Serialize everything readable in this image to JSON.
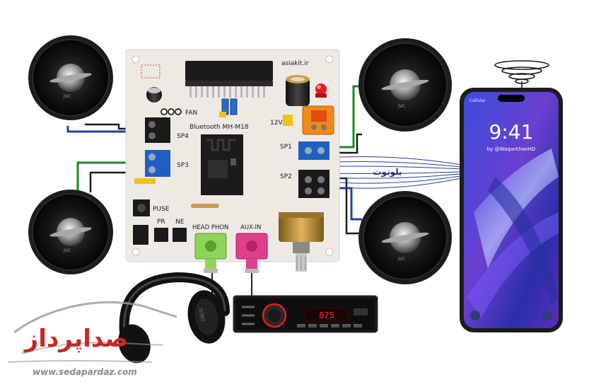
{
  "board": {
    "site": "asiakit.ir",
    "module": "Bluetooth MH-M18",
    "fan": "FAN",
    "sp1": "SP1",
    "sp2": "SP2",
    "sp3": "SP3",
    "sp4": "SP4",
    "v12": "12V",
    "pause": "PUSE",
    "pr": "PR",
    "ne": "NE",
    "head_phon": "HEAD PHON",
    "aux_in": "AUX-IN"
  },
  "phone": {
    "time": "9:41",
    "credit": "by @WaqarKhanHD",
    "carrier": "Cellular"
  },
  "bluetooth_label": "بلوتوث",
  "speaker_brand": "JVC",
  "headphone_brand": "SONY",
  "radio_display": "875",
  "watermark": {
    "logo_text": "صداپرداز",
    "url": "www.sedapardaz.com"
  },
  "colors": {
    "board": "#efe9e4",
    "terminal_black": "#1a1a1a",
    "terminal_blue": "#1f5fc4",
    "wire_blue": "#1d3fa8",
    "wire_green": "#1a8a2a",
    "jack_green": "#8fd45a",
    "jack_pink": "#e0408a",
    "watermark_red": "#c62828",
    "watermark_gray": "#9a9a9a"
  }
}
